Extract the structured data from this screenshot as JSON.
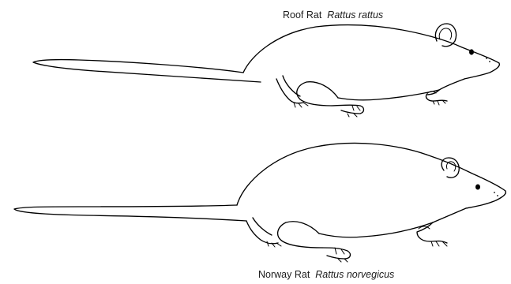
{
  "rats": [
    {
      "common_name": "Roof Rat",
      "scientific_name": "Rattus rattus"
    },
    {
      "common_name": "Norway Rat",
      "scientific_name": "Rattus norvegicus"
    }
  ],
  "colors": {
    "ink": "#000000",
    "background": "#ffffff"
  }
}
